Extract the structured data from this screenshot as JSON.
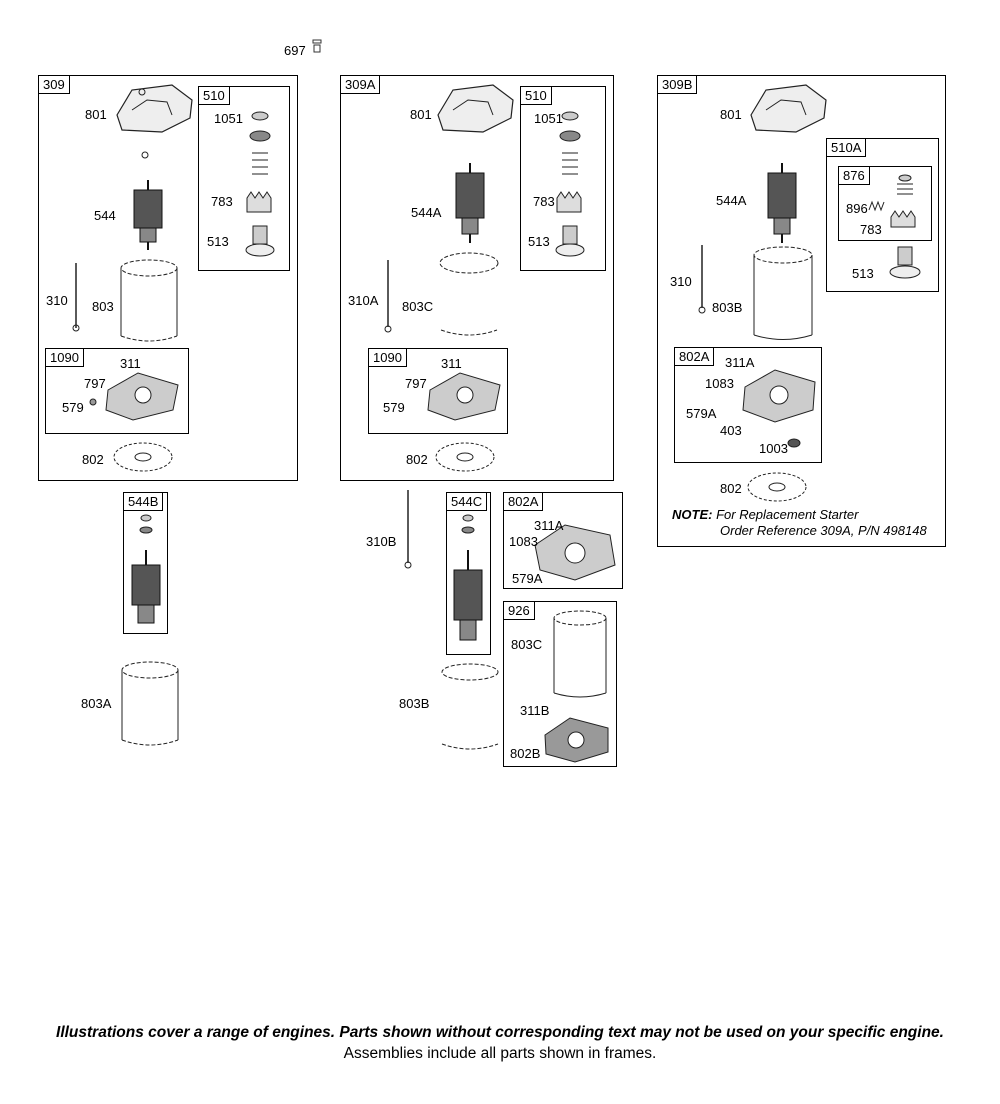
{
  "top_part": "697",
  "frames": {
    "f309": "309",
    "f510a": "510",
    "f1090a": "1090",
    "f544b": "544B",
    "f309a": "309A",
    "f510b": "510",
    "f1090b": "1090",
    "f544c": "544C",
    "f802a_mid": "802A",
    "f926": "926",
    "f309b": "309B",
    "f510A": "510A",
    "f876": "876",
    "f802a_right": "802A"
  },
  "labels": {
    "l801a": "801",
    "l544": "544",
    "l310": "310",
    "l803": "803",
    "l311": "311",
    "l797a": "797",
    "l579a": "579",
    "l802a": "802",
    "l1051a": "1051",
    "l783a": "783",
    "l513a": "513",
    "l803A": "803A",
    "l801b": "801",
    "l544A": "544A",
    "l310A": "310A",
    "l803C": "803C",
    "l311b": "311",
    "l797b": "797",
    "l579b": "579",
    "l802b": "802",
    "l1051b": "1051",
    "l783b": "783",
    "l513b": "513",
    "l310B": "310B",
    "l803B_mid": "803B",
    "l311A_mid": "311A",
    "l1083_mid": "1083",
    "l579A_mid": "579A",
    "l803C_926": "803C",
    "l311B": "311B",
    "l802B": "802B",
    "l801c": "801",
    "l544A_r": "544A",
    "l310_r": "310",
    "l803B_r": "803B",
    "l896": "896",
    "l783c": "783",
    "l513c": "513",
    "l311A_r": "311A",
    "l1083_r": "1083",
    "l579A_r": "579A",
    "l403": "403",
    "l1003": "1003",
    "l802c": "802"
  },
  "note": {
    "prefix": "NOTE:",
    "line1": "For Replacement Starter",
    "line2": "Order Reference 309A, P/N 498148"
  },
  "footer": {
    "line1": "Illustrations cover a range of engines. Parts shown without corresponding text may not be used on your specific engine.",
    "line2": "Assemblies include all parts shown in frames."
  }
}
